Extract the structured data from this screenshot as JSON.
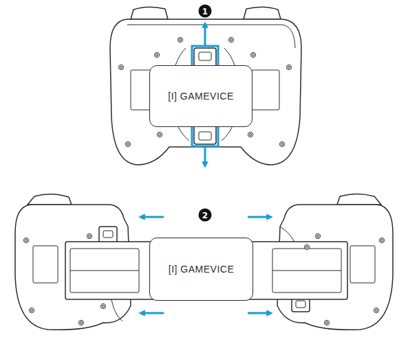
{
  "diagram": {
    "nodes": [
      {
        "text": [
          "[I] GAMEVICE"
        ]
      },
      {
        "text": [
          "[I] GAMEVICE"
        ]
      }
    ],
    "labels": [
      "1",
      "2"
    ]
  }
}
